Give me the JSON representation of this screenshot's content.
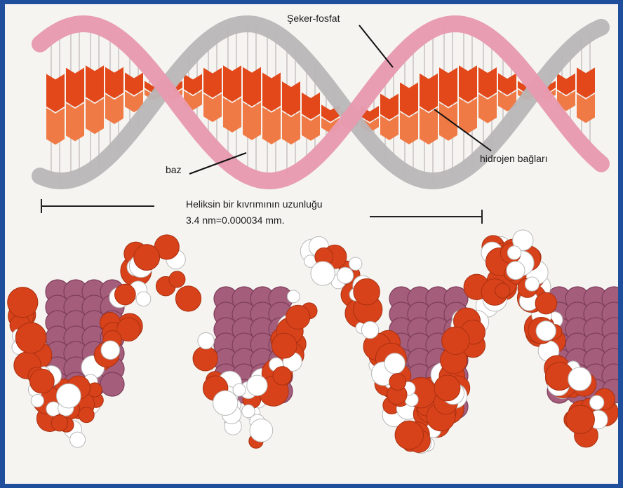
{
  "labels": {
    "sugar_phosphate": "Şeker-fosfat",
    "base": "baz",
    "hydrogen_bonds": "hidrojen bağları",
    "turn_length_line1": "Heliksin bir kıvrımının uzunluğu",
    "turn_length_line2": "3.4 nm=0.000034 mm."
  },
  "colors": {
    "frame": "#1f4f9c",
    "pink_strand": "#e79ab0",
    "gray_strand": "#b9b6b8",
    "base_orange": "#e2481a",
    "atom_white": "#ffffff",
    "atom_red": "#d8421a",
    "atom_mauve": "#a45e7c"
  }
}
